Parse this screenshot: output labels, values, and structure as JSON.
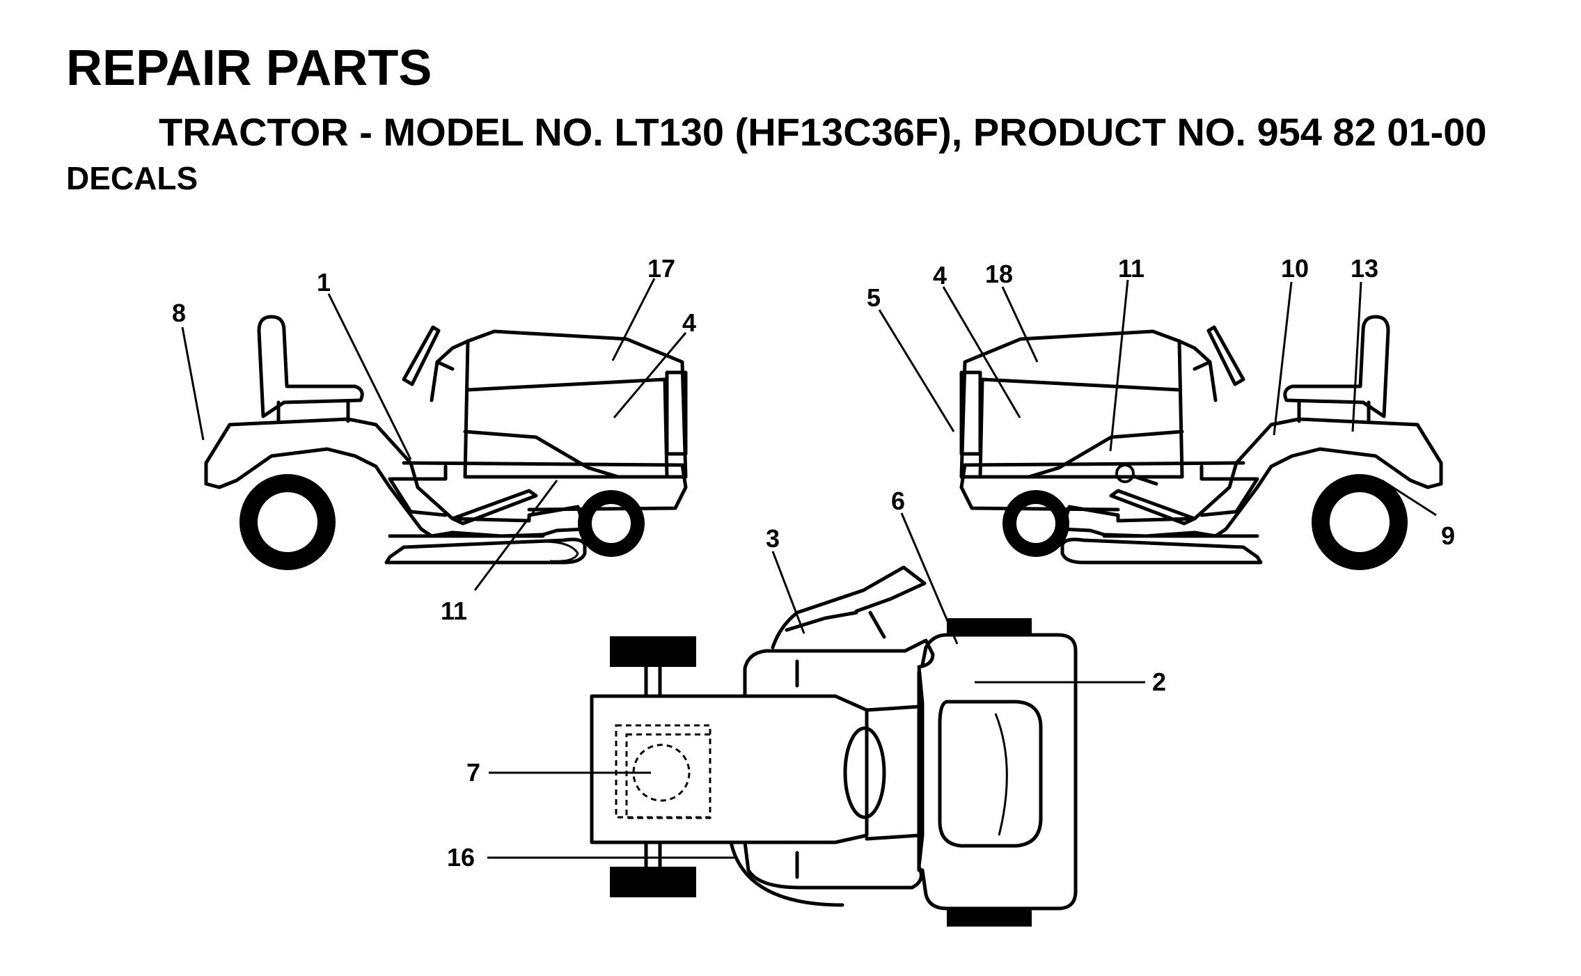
{
  "header": {
    "title": "REPAIR PARTS",
    "subtitle": "TRACTOR - MODEL NO. LT130 (HF13C36F), PRODUCT NO. 954 82 01-00",
    "section": "DECALS"
  },
  "callouts": {
    "left_view": [
      "1",
      "8",
      "17",
      "4",
      "11"
    ],
    "right_view": [
      "5",
      "4",
      "18",
      "11",
      "10",
      "13",
      "9"
    ],
    "top_view": [
      "3",
      "6",
      "2",
      "7",
      "16"
    ]
  }
}
